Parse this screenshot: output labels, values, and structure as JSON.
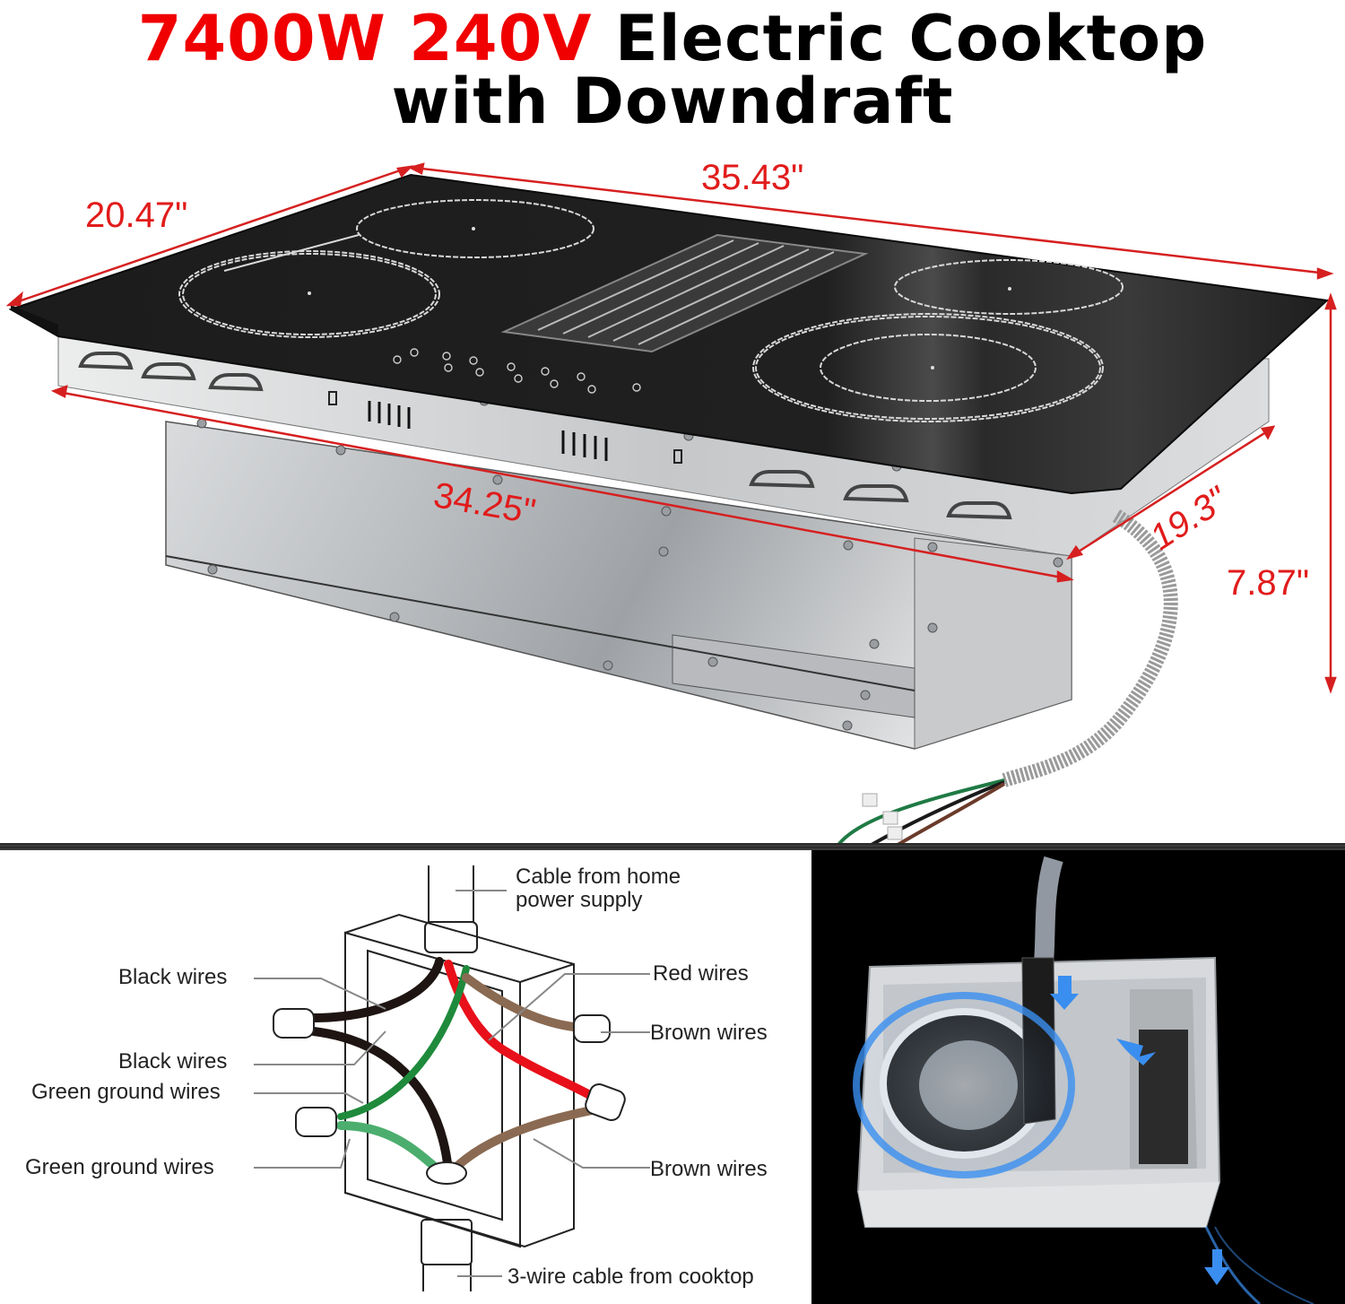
{
  "title": {
    "line1_red": "7400W 240V",
    "line1_black": "Electric Cooktop",
    "line2": "with Downdraft",
    "accent_color": "#f00000"
  },
  "dimensions": {
    "depth_top": "20.47\"",
    "width_top": "35.43\"",
    "width_bottom": "34.25\"",
    "depth_cutout": "19.3\"",
    "height": "7.87\"",
    "color": "#e11b1b"
  },
  "cooktop": {
    "burners": 4,
    "downdraft_vent": "center vent grille",
    "power_cable_wires": [
      "green",
      "black",
      "brown"
    ]
  },
  "wiring_diagram": {
    "labels": {
      "cable_from_home_line1": "Cable from home",
      "cable_from_home_line2": "power supply",
      "black_wires_1": "Black wires",
      "black_wires_2": "Black wires",
      "green_ground_1": "Green ground wires",
      "green_ground_2": "Green  ground wires",
      "red_wires": "Red  wires",
      "brown_wires_1": "Brown wires",
      "brown_wires_2": "Brown wires",
      "cooktop_cable": "3-wire cable from cooktop"
    },
    "wire_colors": {
      "black": "#1e1512",
      "red": "#e8101a",
      "green": "#1f8a3c",
      "light_green": "#4cae6e",
      "brown": "#8a6a52"
    }
  },
  "airflow_panel": {
    "arrow_color": "#3a8ef0",
    "background": "#000000"
  }
}
